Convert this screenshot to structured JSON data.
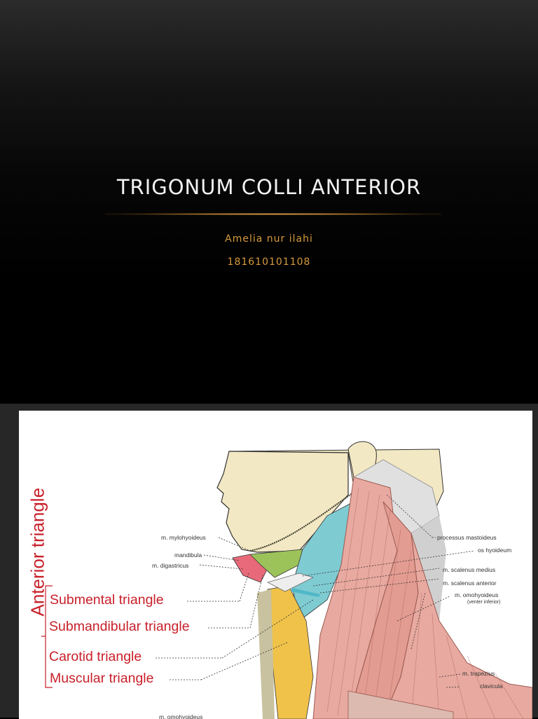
{
  "slide1": {
    "title": "TRIGONUM COLLI ANTERIOR",
    "author": "Amelia nur ilahi",
    "nim": "181610101108",
    "colors": {
      "title": "#f2f2f2",
      "subtitle": "#d59a3c",
      "accent_line": "#c9923e"
    }
  },
  "slide2": {
    "figure": {
      "left_labels": [
        "m. mylohyoideus",
        "mandibula",
        "m. digastricus"
      ],
      "right_labels": [
        "processus mastoideus",
        "os hyoideum",
        "m. scalenus medius",
        "m. scalenus anterior",
        "m. omohyoideus",
        "(venter inferior)",
        "m. trapezius",
        "clavicula"
      ],
      "bottom_label": "m. omohyoideus"
    },
    "group_label": "Anterior triangle",
    "triangles": [
      "Submental triangle",
      "Submandibular triangle",
      "Carotid triangle",
      "Muscular triangle"
    ],
    "colors": {
      "triangle_text": "#c8202a",
      "muscle": "#e8a9a0",
      "carotid_region": "#7fcbd2",
      "muscular_region": "#f0c24a",
      "submandibular_region": "#9cc35a",
      "submental_region": "#e86a7a",
      "skin": "#f3e8c4",
      "bone": "#e0e0e0"
    }
  }
}
